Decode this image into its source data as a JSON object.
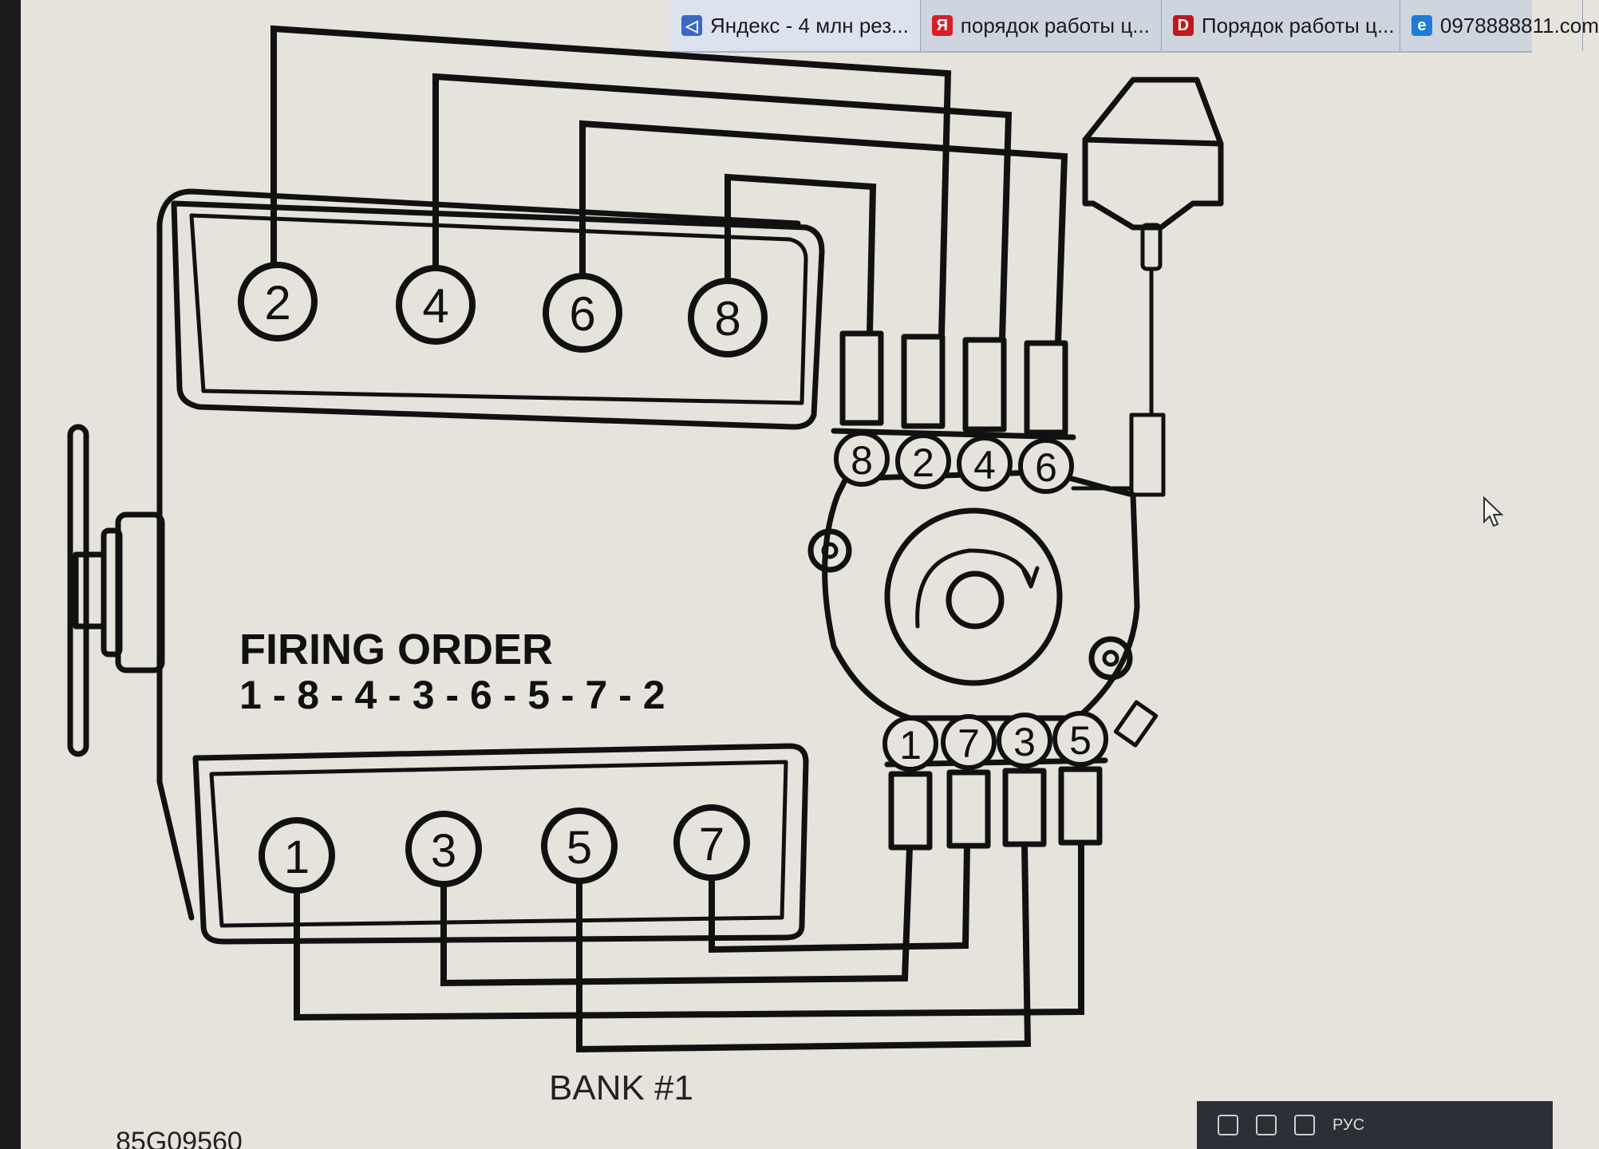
{
  "browser_tabs": [
    {
      "label": "Яндекс - 4 млн рез...",
      "icon": "yandex-search-icon",
      "color": "#3b67c8"
    },
    {
      "label": "порядок работы ц...",
      "icon": "yandex-icon",
      "color": "#d81f26"
    },
    {
      "label": "Порядок работы ц...",
      "icon": "drive2-icon",
      "color": "#c4161c"
    },
    {
      "label": "0978888811.com",
      "icon": "ie-icon",
      "color": "#1e7bd6"
    }
  ],
  "diagram": {
    "firing_order_title": "FIRING ORDER",
    "firing_order_sequence": "1 - 8 - 4 - 3 - 6 - 5 - 7 - 2",
    "bank_label": "BANK #1",
    "figure_code": "85G09560",
    "bank_top_cylinders": [
      "2",
      "4",
      "6",
      "8"
    ],
    "bank_bottom_cylinders": [
      "1",
      "3",
      "5",
      "7"
    ],
    "distributor_top_terminals": [
      "8",
      "2",
      "4",
      "6"
    ],
    "distributor_bottom_terminals": [
      "1",
      "7",
      "3",
      "5"
    ]
  },
  "taskbar": {
    "language": "РУС"
  }
}
